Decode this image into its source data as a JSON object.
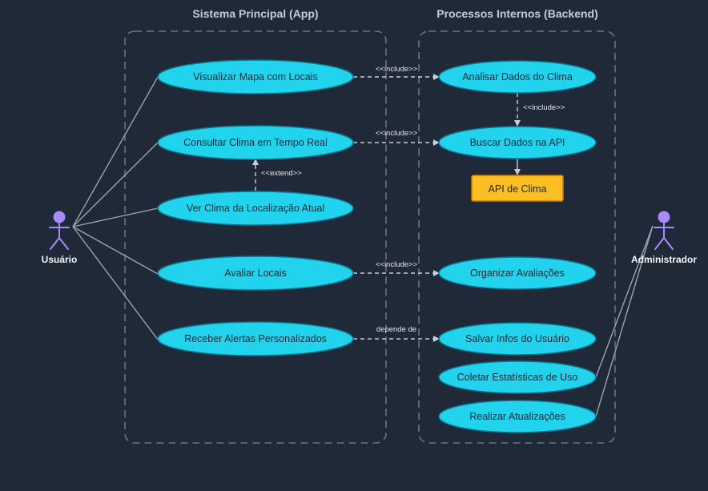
{
  "boundaries": {
    "app": {
      "title": "Sistema Principal (App)"
    },
    "backend": {
      "title": "Processos Internos (Backend)"
    }
  },
  "actors": {
    "user": {
      "label": "Usuário"
    },
    "admin": {
      "label": "Administrador"
    }
  },
  "use_cases": {
    "view_map": "Visualizar Mapa com Locais",
    "query_weather": "Consultar Clima em Tempo Real",
    "local_weather": "Ver Clima da Localização Atual",
    "rate_places": "Avaliar Locais",
    "receive_alerts": "Receber Alertas Personalizados",
    "analyze_weather": "Analisar Dados do Clima",
    "fetch_api": "Buscar Dados na API",
    "organize_ratings": "Organizar Avaliações",
    "save_user_info": "Salvar Infos do Usuário",
    "collect_stats": "Coletar Estatísticas de Uso",
    "perform_updates": "Realizar Atualizações"
  },
  "external_system": {
    "label": "API de Clima"
  },
  "relations": {
    "include_1": "<<include>>",
    "include_2": "<<include>>",
    "include_3": "<<include>>",
    "include_4": "<<include>>",
    "extend_1": "<<extend>>",
    "depends_on": "depende de"
  },
  "colors": {
    "background": "#1f2937",
    "use_case_fill": "#22d3ee",
    "external_fill": "#fbbf24",
    "actor": "#a78bfa"
  }
}
